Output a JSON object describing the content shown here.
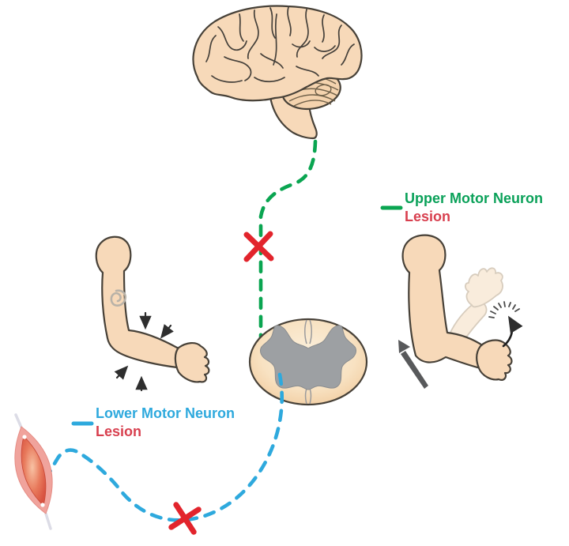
{
  "legend": {
    "umn": {
      "label": "Upper Motor Neuron",
      "sublabel": "Lesion"
    },
    "lmn": {
      "label": "Lower Motor Neuron",
      "sublabel": "Lesion"
    }
  },
  "colors": {
    "umn_pathway_green": "#0aa551",
    "lmn_pathway_blue": "#2ea9dd",
    "lesion_text_red": "#d8404f",
    "lesion_x_red": "#e2242c",
    "skin": "#f7d9b9",
    "outline_dark": "#474138",
    "spinal_gray_matter": "#9da0a3",
    "muscle_pink": "#f0a39c",
    "muscle_core_red": "#d85341",
    "ghost_limb": "#f9ecdc",
    "tone_arrow_gray": "#58595b"
  }
}
